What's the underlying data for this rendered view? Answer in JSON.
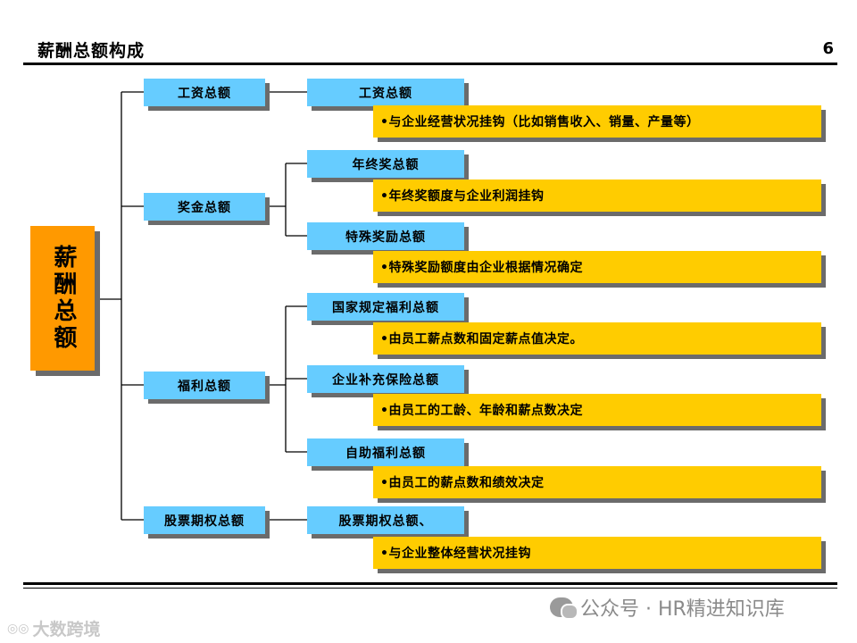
{
  "header": {
    "title": "薪酬总额构成",
    "page_number": "6"
  },
  "root": {
    "label": "薪酬总额"
  },
  "categories": [
    {
      "label": "工资总额",
      "items": [
        {
          "label": "工资总额",
          "note": "•与企业经营状况挂钩（比如销售收入、销量、产量等）"
        }
      ]
    },
    {
      "label": "奖金总额",
      "items": [
        {
          "label": "年终奖总额",
          "note": "•年终奖额度与企业利润挂钩"
        },
        {
          "label": "特殊奖励总额",
          "note": "•特殊奖励额度由企业根据情况确定"
        }
      ]
    },
    {
      "label": "福利总额",
      "items": [
        {
          "label": "国家规定福利总额",
          "note": "•由员工薪点数和固定薪点值决定。"
        },
        {
          "label": "企业补充保险总额",
          "note": "•由员工的工龄、年龄和薪点数决定"
        },
        {
          "label": "自助福利总额",
          "note": "•由员工的薪点数和绩效决定"
        }
      ]
    },
    {
      "label": "股票期权总额",
      "items": [
        {
          "label": "股票期权总额、",
          "note": "•与企业整体经营状况挂钩"
        }
      ]
    }
  ],
  "footer": {
    "left_watermark": "大数跨境",
    "right_watermark": "公众号 · HR精进知识库"
  },
  "colors": {
    "root": "#ff9900",
    "level_box": "#66ccff",
    "note_box": "#ffcc00",
    "shadow": "#6b6b6b",
    "line": "#000000"
  },
  "icons": [
    "wechat-icon",
    "watermark-logo-icon"
  ]
}
